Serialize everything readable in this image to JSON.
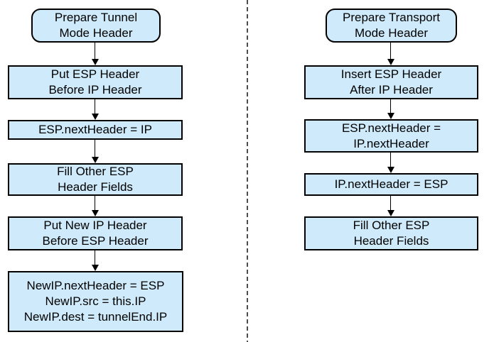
{
  "colors": {
    "box_fill": "#cfebfb",
    "box_border": "#000000",
    "text": "#000000",
    "divider_dash": "#4d4d4d",
    "background": "#ffffff"
  },
  "flow": {
    "left": {
      "title": "Tunnel Mode flow",
      "nodes": [
        {
          "id": "prepare-tunnel-mode-header",
          "lines": [
            "Prepare Tunnel",
            "Mode Header"
          ]
        },
        {
          "id": "put-esp-header-before-ip-header",
          "lines": [
            "Put ESP Header",
            "Before IP Header"
          ]
        },
        {
          "id": "esp-nextheader-ip",
          "lines": [
            "ESP.nextHeader = IP"
          ]
        },
        {
          "id": "fill-other-esp-header-fields",
          "lines": [
            "Fill Other ESP",
            "Header Fields"
          ]
        },
        {
          "id": "put-new-ip-header-before-esp-header",
          "lines": [
            "Put New IP Header",
            "Before ESP Header"
          ]
        },
        {
          "id": "newip-assignments",
          "lines": [
            "NewIP.nextHeader = ESP",
            "NewIP.src = this.IP",
            "NewIP.dest = tunnelEnd.IP"
          ]
        }
      ]
    },
    "right": {
      "title": "Transport Mode flow",
      "nodes": [
        {
          "id": "prepare-transport-mode-header",
          "lines": [
            "Prepare Transport",
            "Mode Header"
          ]
        },
        {
          "id": "insert-esp-header-after-ip-header",
          "lines": [
            "Insert ESP Header",
            "After IP Header"
          ]
        },
        {
          "id": "esp-nextheader-ip-nextheader",
          "lines": [
            "ESP.nextHeader =",
            "IP.nextHeader"
          ]
        },
        {
          "id": "ip-nextheader-esp",
          "lines": [
            "IP.nextHeader = ESP"
          ]
        },
        {
          "id": "fill-other-esp-header-fields",
          "lines": [
            "Fill Other ESP",
            "Header Fields"
          ]
        }
      ]
    }
  }
}
